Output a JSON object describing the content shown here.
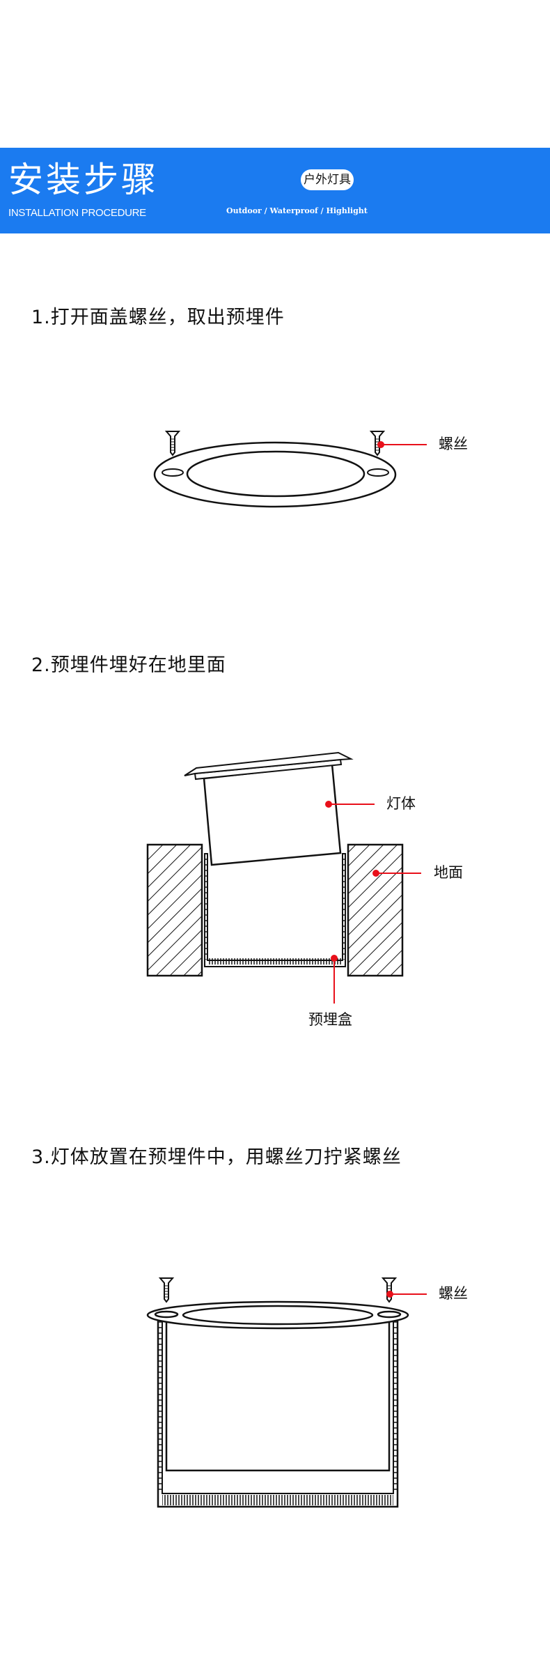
{
  "header": {
    "title": "安装步骤",
    "subtitle": "INSTALLATION PROCEDURE",
    "badge": "户外灯具",
    "tagline": "Outdoor / Waterproof / Highlight",
    "color": "#1b7bf0"
  },
  "steps": [
    {
      "title": "1.打开面盖螺丝，取出预埋件",
      "labels": [
        "螺丝"
      ]
    },
    {
      "title": "2.预埋件埋好在地里面",
      "labels": [
        "灯体",
        "地面",
        "预埋盒"
      ]
    },
    {
      "title": "3.灯体放置在预埋件中，用螺丝刀拧紧螺丝",
      "labels": [
        "螺丝"
      ]
    }
  ],
  "accent_color": "#e8101a"
}
